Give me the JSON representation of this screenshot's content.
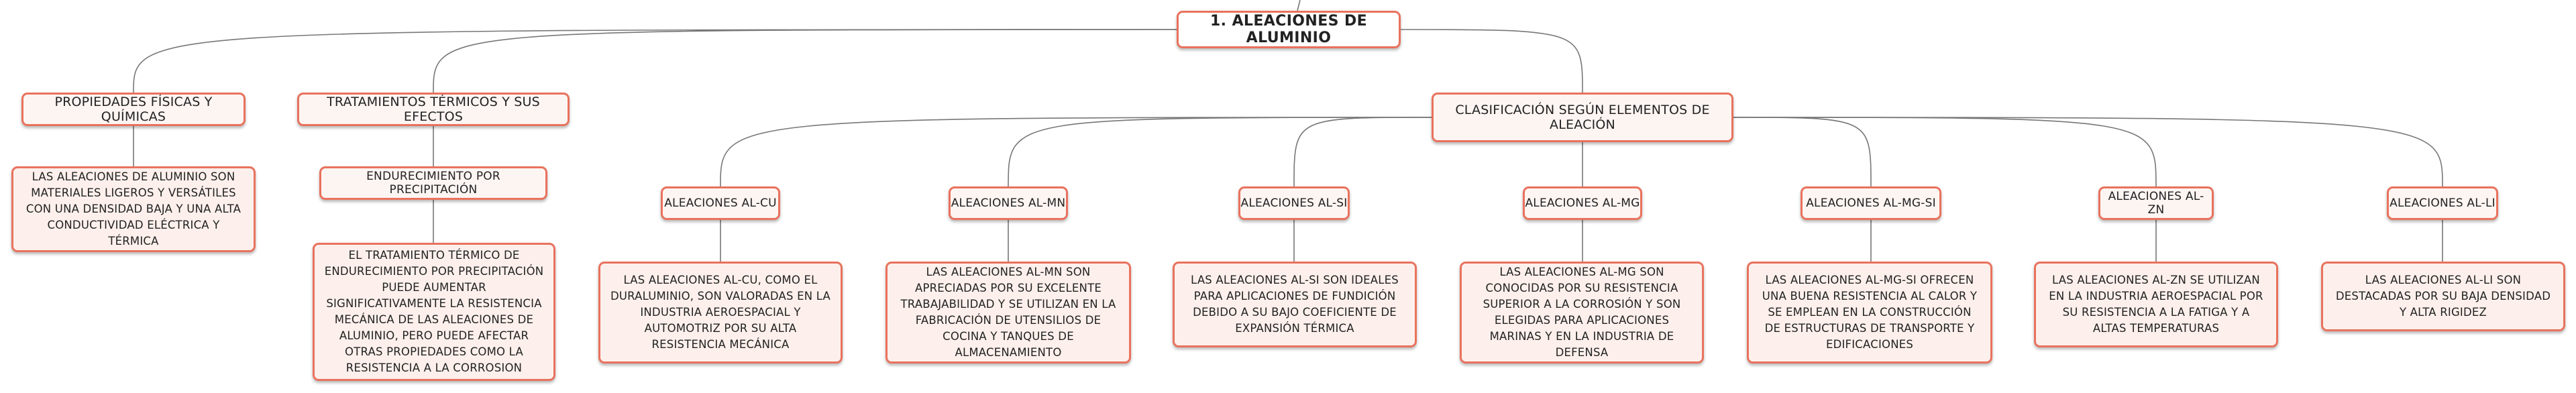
{
  "root": {
    "title": "1. ALEACIONES DE ALUMINIO"
  },
  "branches": {
    "propiedades": {
      "label": "PROPIEDADES FÍSICAS Y QUÍMICAS",
      "description": "LAS ALEACIONES DE ALUMINIO SON MATERIALES LIGEROS Y VERSÁTILES CON UNA DENSIDAD BAJA Y UNA ALTA CONDUCTIVIDAD ELÉCTRICA Y TÉRMICA"
    },
    "tratamientos": {
      "label": "TRATAMIENTOS TÉRMICOS Y SUS EFECTOS",
      "sub": {
        "label": "ENDURECIMIENTO POR PRECIPITACIÓN",
        "description": "EL TRATAMIENTO TÉRMICO DE ENDURECIMIENTO POR PRECIPITACIÓN PUEDE AUMENTAR SIGNIFICATIVAMENTE LA RESISTENCIA MECÁNICA DE LAS ALEACIONES DE ALUMINIO, PERO PUEDE AFECTAR OTRAS PROPIEDADES COMO LA RESISTENCIA A LA CORROSION"
      }
    },
    "clasificacion": {
      "label": "CLASIFICACIÓN SEGÚN ELEMENTOS DE ALEACIÓN",
      "alloys": [
        {
          "label": "ALEACIONES AL-CU",
          "description": "LAS ALEACIONES AL-CU, COMO EL DURALUMINIO, SON VALORADAS EN LA INDUSTRIA AEROESPACIAL Y AUTOMOTRIZ POR SU ALTA RESISTENCIA MECÁNICA"
        },
        {
          "label": "ALEACIONES AL-MN",
          "description": "LAS ALEACIONES AL-MN SON APRECIADAS POR SU EXCELENTE TRABAJABILIDAD Y SE UTILIZAN EN LA FABRICACIÓN DE UTENSILIOS DE COCINA Y TANQUES DE ALMACENAMIENTO"
        },
        {
          "label": "ALEACIONES AL-SI",
          "description": "LAS ALEACIONES AL-SI SON IDEALES PARA APLICACIONES DE FUNDICIÓN DEBIDO A SU BAJO COEFICIENTE DE EXPANSIÓN TÉRMICA"
        },
        {
          "label": "ALEACIONES AL-MG",
          "description": "LAS ALEACIONES AL-MG SON CONOCIDAS POR SU RESISTENCIA SUPERIOR A LA CORROSIÓN Y SON ELEGIDAS PARA APLICACIONES MARINAS Y EN LA INDUSTRIA DE DEFENSA"
        },
        {
          "label": "ALEACIONES AL-MG-SI",
          "description": "LAS ALEACIONES AL-MG-SI OFRECEN UNA BUENA RESISTENCIA AL CALOR Y SE EMPLEAN EN LA CONSTRUCCIÓN DE ESTRUCTURAS DE TRANSPORTE Y EDIFICACIONES"
        },
        {
          "label": "ALEACIONES AL-ZN",
          "description": "LAS ALEACIONES AL-ZN SE UTILIZAN EN LA INDUSTRIA AEROESPACIAL POR SU RESISTENCIA A LA FATIGA Y A ALTAS TEMPERATURAS"
        },
        {
          "label": "ALEACIONES AL-LI",
          "description": "LAS ALEACIONES AL-LI SON DESTACADAS POR SU BAJA DENSIDAD Y ALTA RIGIDEZ"
        }
      ]
    }
  },
  "colors": {
    "border": "#e9725d",
    "fill": "#fdf3ef",
    "connector": "#777777",
    "text": "#222222"
  }
}
